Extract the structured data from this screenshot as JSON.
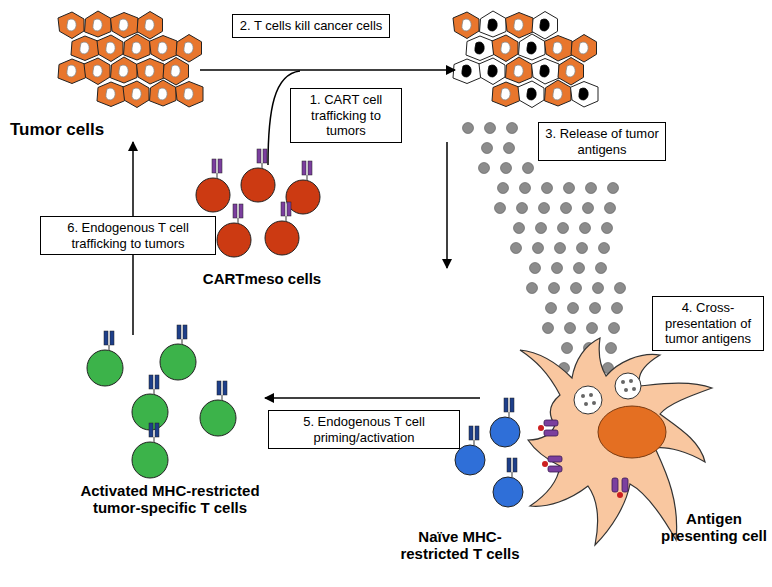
{
  "diagram": {
    "nodes": [
      {
        "text": [
          "1. CART cell trafficking to tumors"
        ]
      },
      {
        "text": [
          "2. T cells kill cancer cells"
        ]
      },
      {
        "text": [
          "3. Release of tumor antigens"
        ]
      },
      {
        "text": [
          "4. Cross-presentation of tumor antigens"
        ]
      },
      {
        "text": [
          "5. Endogenous T cell priming/activation"
        ]
      },
      {
        "text": [
          "6. Endogenous T cell trafficking to tumors"
        ]
      }
    ],
    "labels": [
      "Tumor cells",
      "CARTmeso cells",
      "Antigen presenting cell",
      "Naïve MHC-restricted T cells",
      "Activated MHC-restricted tumor-specific T cells"
    ]
  }
}
